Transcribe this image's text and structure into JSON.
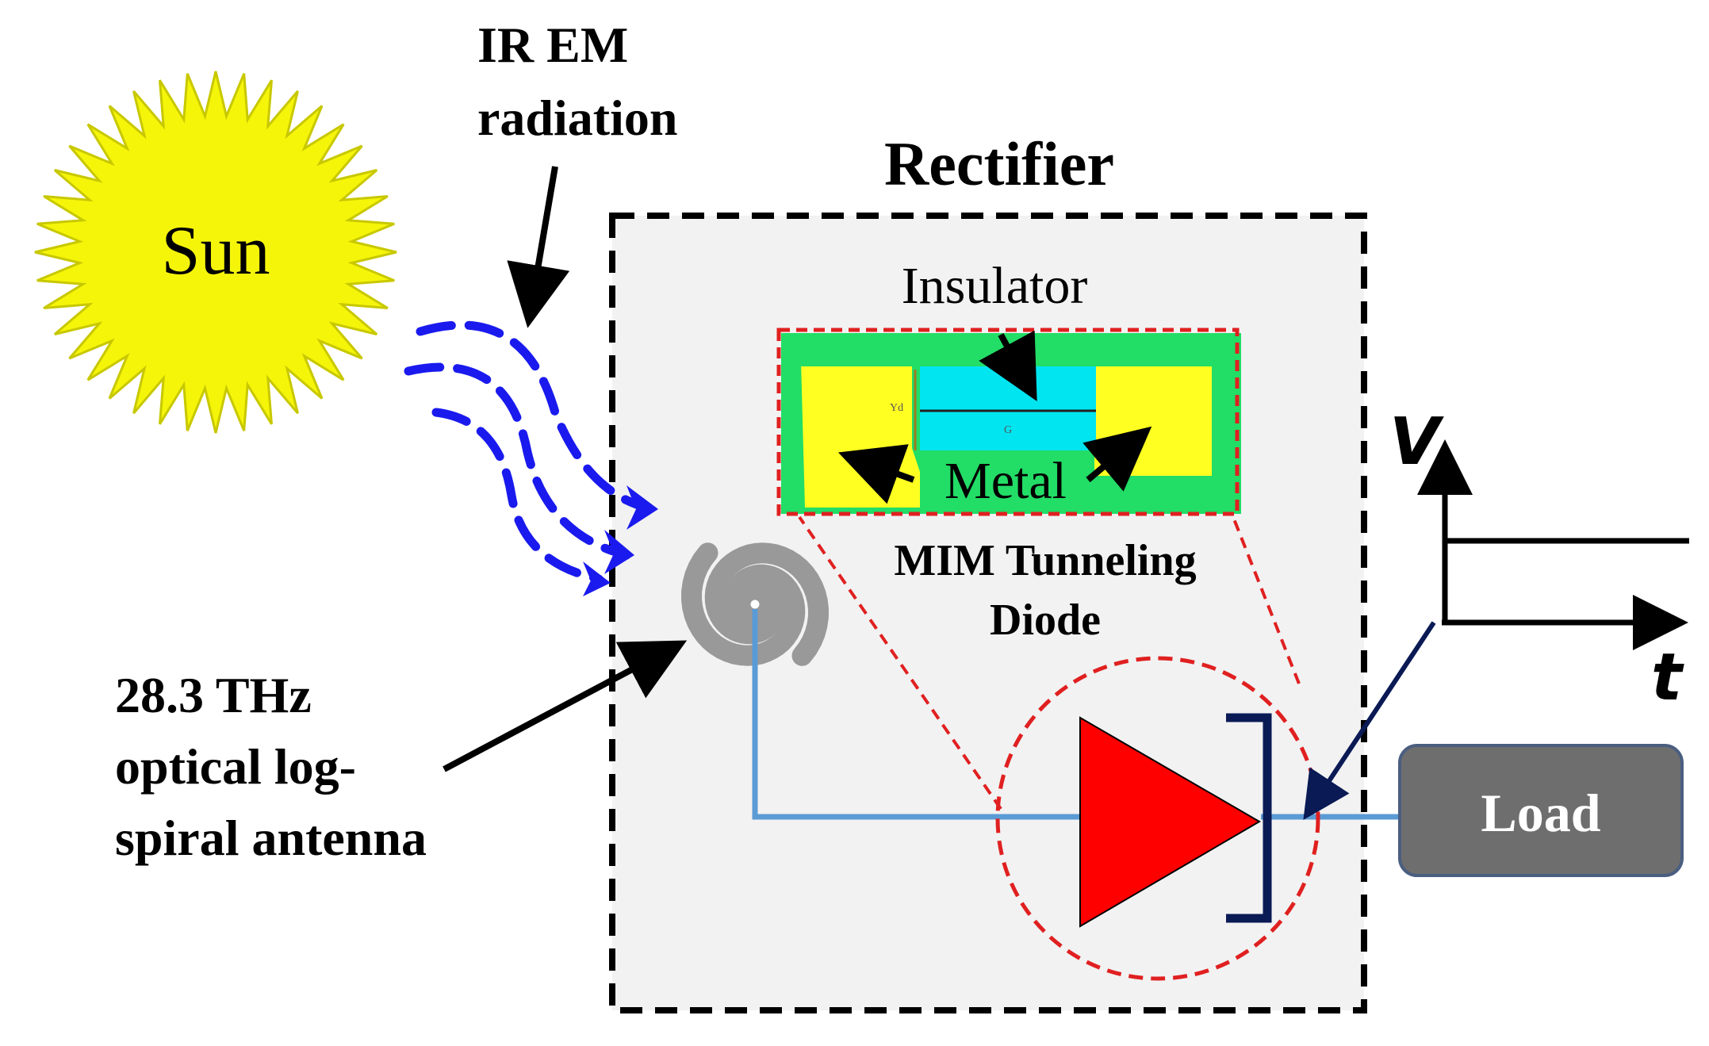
{
  "labels": {
    "sun": "Sun",
    "radiation_line1": "IR EM",
    "radiation_line2": "radiation",
    "rectifier": "Rectifier",
    "insulator": "Insulator",
    "metal": "Metal",
    "diode_line1": "MIM Tunneling",
    "diode_line2": "Diode",
    "antenna_line1": "28.3 THz",
    "antenna_line2": "optical log-",
    "antenna_line3": "spiral antenna",
    "load": "Load",
    "axis_v": "V",
    "axis_t": "t",
    "inset_dim_1": "Yd",
    "inset_dim_2": "G"
  },
  "colors": {
    "sun_fill": "#f5f50a",
    "sun_stroke": "#c8c800",
    "radiation_wave": "#1a1aee",
    "rectifier_bg": "#f2f2f2",
    "rectifier_border": "#000000",
    "highlight_dashed": "#e02020",
    "inset_green": "#22dd66",
    "inset_yellow": "#ffff22",
    "inset_cyan": "#00e5f0",
    "antenna_gray": "#999999",
    "wire_blue": "#5b9bd5",
    "diode_red": "#ff0000",
    "bracket_navy": "#0a1a55",
    "load_fill": "#6e6e6e",
    "load_border": "#4a5e80"
  },
  "icons": {
    "sun": "sun-icon",
    "antenna": "log-spiral-antenna-icon",
    "diode": "diode-symbol-icon"
  }
}
